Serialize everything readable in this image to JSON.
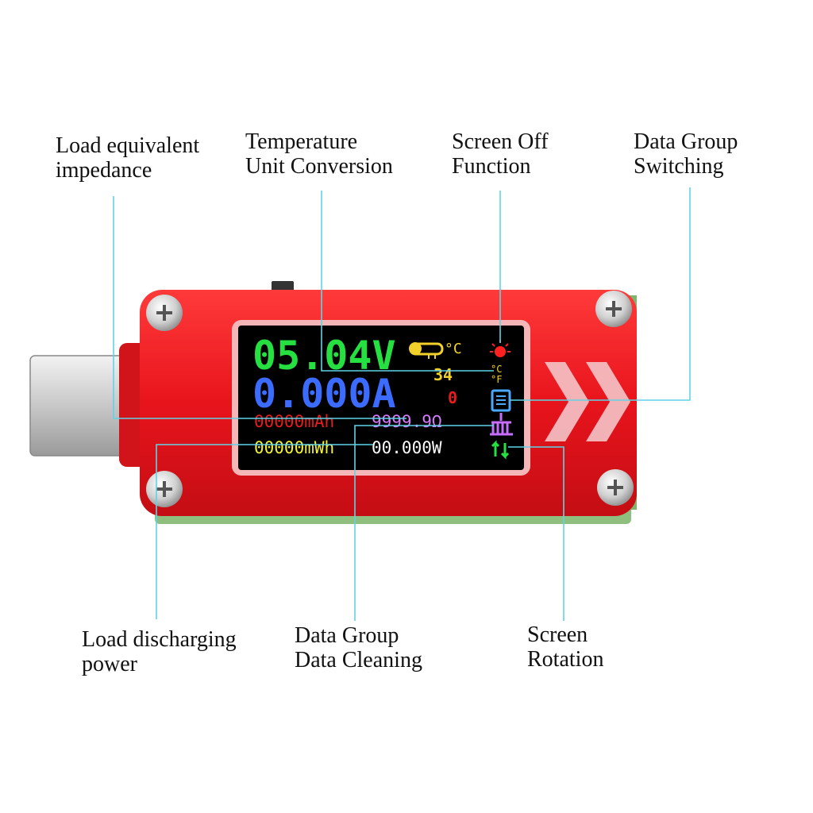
{
  "labels": {
    "load_impedance": [
      "Load equivalent",
      "impedance"
    ],
    "temp_unit": [
      "Temperature",
      "Unit Conversion"
    ],
    "screen_off": [
      "Screen Off",
      "Function"
    ],
    "group_switch": [
      "Data Group",
      "Switching"
    ],
    "discharge_power": [
      "Load discharging",
      "power"
    ],
    "group_clean": [
      "Data Group",
      "Data Cleaning"
    ],
    "rotation": [
      "Screen",
      "Rotation"
    ]
  },
  "screen": {
    "voltage": "05.04V",
    "current": "0.000A",
    "temp_unit": "°C",
    "temperature": "34",
    "group": "0",
    "capacity": "00000mAh",
    "impedance": "9999.9Ω",
    "energy": "00000mWh",
    "power": "00.000W",
    "icon_temp_c": "°C",
    "icon_temp_f": "°F"
  },
  "colors": {
    "device_red": "#e8141c",
    "callout_line": "#5fd3e6",
    "voltage": "#25e040",
    "current": "#3b6cff",
    "capacity": "#e81c1c",
    "impedance": "#d77bff",
    "energy": "#f2f230",
    "power": "#ffffff",
    "temperature": "#f2d22a"
  }
}
